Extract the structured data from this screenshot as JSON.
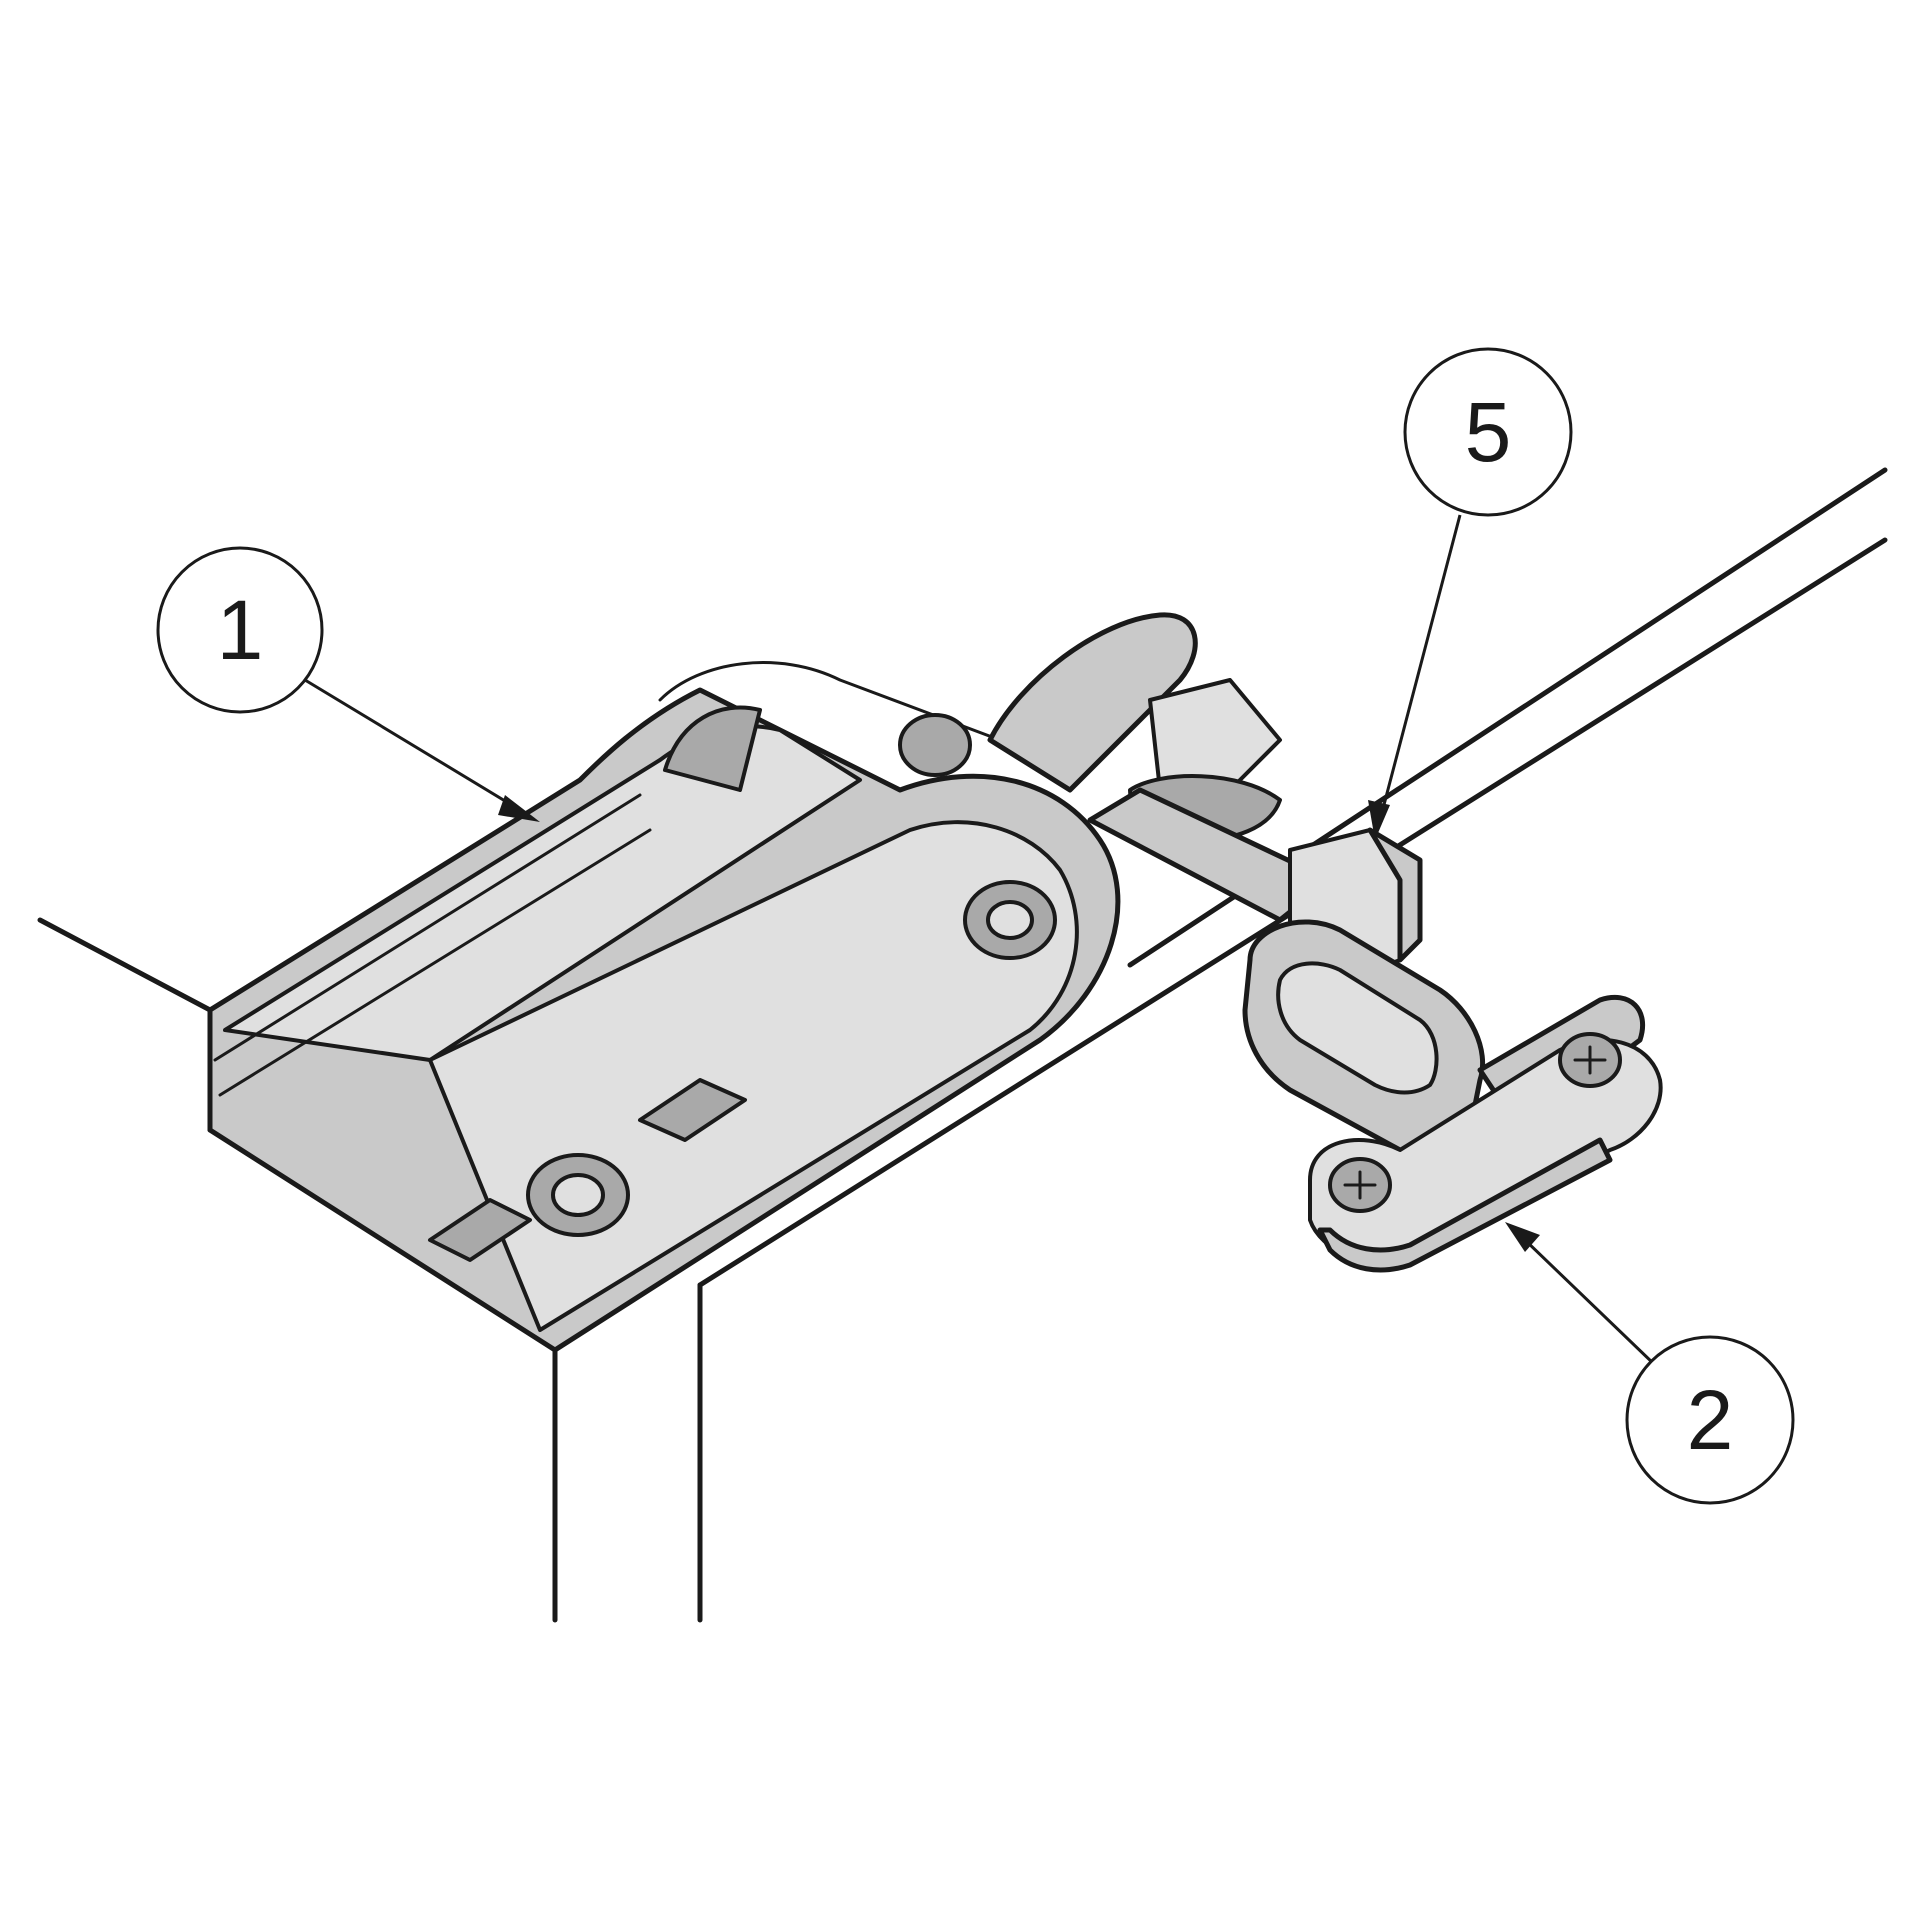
{
  "diagram": {
    "callouts": [
      {
        "id": "callout-1",
        "label": "1"
      },
      {
        "id": "callout-5",
        "label": "5"
      },
      {
        "id": "callout-2",
        "label": "2"
      }
    ]
  }
}
